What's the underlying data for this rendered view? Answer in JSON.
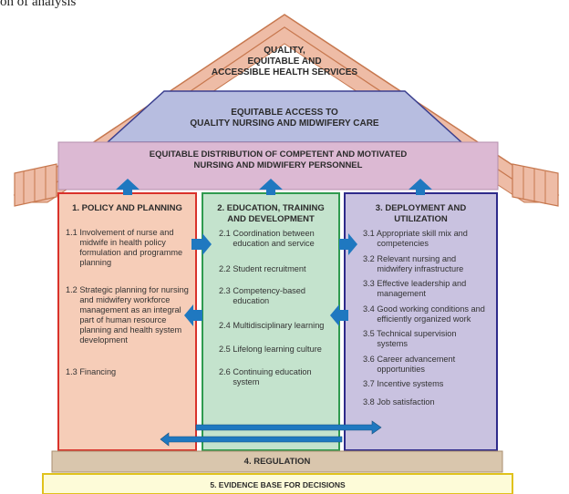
{
  "top_fragment": "on of analysis",
  "roof": {
    "title": "QUALITY,\nEQUITABLE AND\nACCESSIBLE HEALTH SERVICES"
  },
  "trapezoid": {
    "title": "EQUITABLE ACCESS TO\nQUALITY NURSING AND MIDWIFERY CARE"
  },
  "beam": {
    "title": "EQUITABLE DISTRIBUTION OF COMPETENT AND MOTIVATED\nNURSING AND MIDWIFERY PERSONNEL"
  },
  "pillars": [
    {
      "title": "1. POLICY AND PLANNING",
      "items": [
        "1.1 Involvement of nurse and\n      midwife in health policy\n      formulation and programme\n      planning",
        "1.2 Strategic planning for nursing\n      and midwifery workforce\n      management as an integral\n      part of human resource\n      planning and health system\n      development",
        "1.3 Financing"
      ]
    },
    {
      "title": "2. EDUCATION, TRAINING\nAND DEVELOPMENT",
      "items": [
        "2.1 Coordination between\n      education and service",
        "2.2 Student recruitment",
        "2.3 Competency-based\n      education",
        "2.4 Multidisciplinary learning",
        "2.5 Lifelong learning culture",
        "2.6 Continuing education\n      system"
      ]
    },
    {
      "title": "3. DEPLOYMENT AND\nUTILIZATION",
      "items": [
        "3.1 Appropriate skill mix and\n      competencies",
        "3.2 Relevant nursing and\n      midwifery infrastructure",
        "3.3 Effective leadership and\n      management",
        "3.4 Good working conditions and\n      efficiently organized work",
        "3.5 Technical supervision\n      systems",
        "3.6 Career advancement\n      opportunities",
        "3.7 Incentive systems",
        "3.8 Job satisfaction"
      ]
    }
  ],
  "regulation": "4. REGULATION",
  "evidence": "5. EVIDENCE BASE FOR DECISIONS",
  "colors": {
    "roof": "#eebca6",
    "roof_stroke": "#c7784f",
    "trapezoid": "#b7bde0",
    "trapezoid_stroke": "#3a3f8f",
    "beam": "#dcb9d3",
    "pillar1": "#f6cdb8",
    "pillar1_stroke": "#d9322b",
    "pillar2": "#c4e3cd",
    "pillar2_stroke": "#2f9a4f",
    "pillar3": "#c9c2e0",
    "pillar3_stroke": "#2e2a8a",
    "regulation": "#d9c6ad",
    "evidence": "#fdfbd8",
    "evidence_stroke": "#e0c21c",
    "arrow": "#1f78c0"
  }
}
